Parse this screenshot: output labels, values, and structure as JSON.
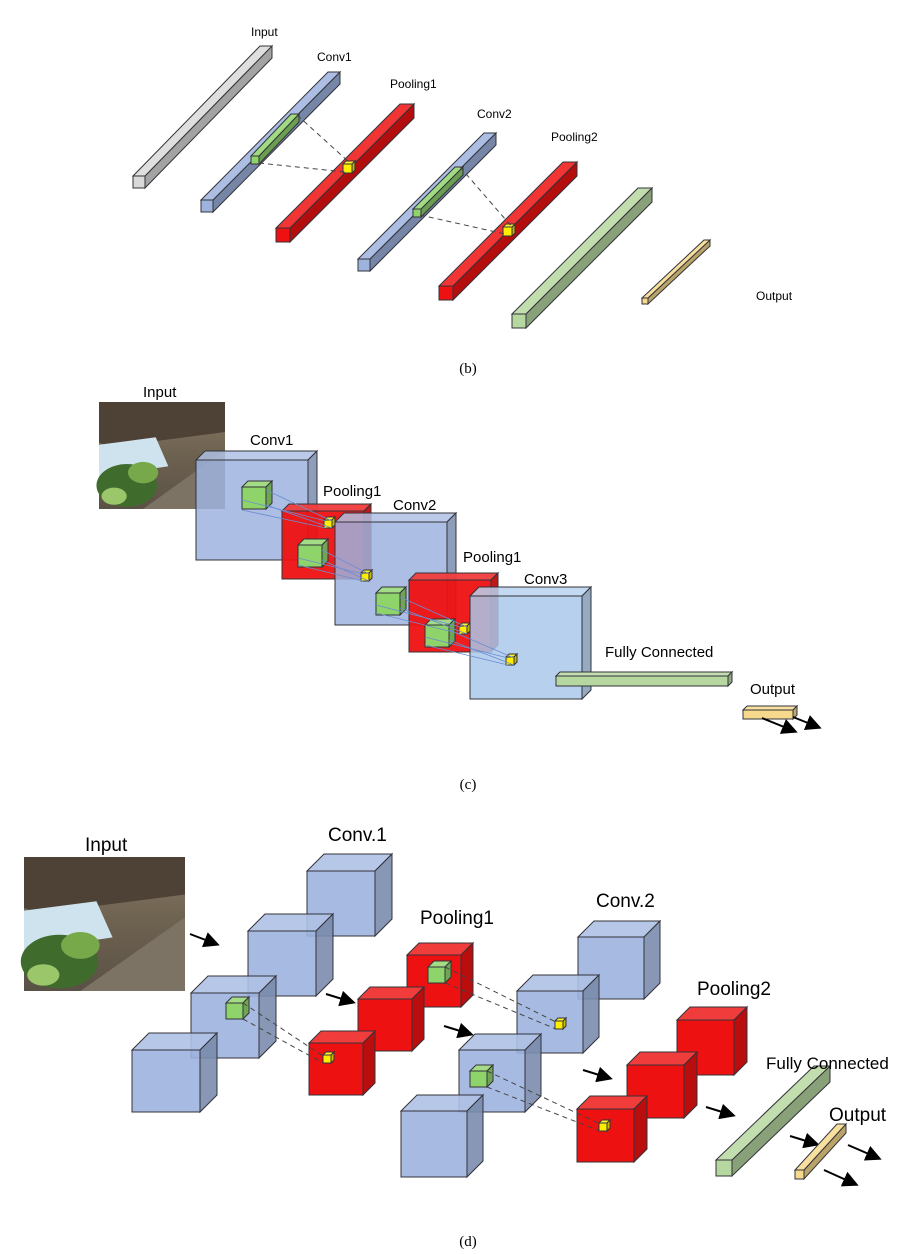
{
  "panels": [
    {
      "id": "b",
      "caption": "(b)",
      "labels": [
        "Input",
        "Conv1",
        "Pooling1",
        "Conv2",
        "Pooling2",
        "Output"
      ]
    },
    {
      "id": "c",
      "caption": "(c)",
      "labels": [
        "Input",
        "Conv1",
        "Pooling1",
        "Conv2",
        "Pooling1",
        "Conv3",
        "Fully Connected",
        "Output"
      ]
    },
    {
      "id": "d",
      "caption": "(d)",
      "labels": [
        "Input",
        "Conv.1",
        "Pooling1",
        "Conv.2",
        "Pooling2",
        "Fully Connected",
        "Output"
      ]
    }
  ],
  "colors": {
    "input_bar": "#d9d9d9",
    "conv": "#9db3de",
    "conv_light": "#a9c8ea",
    "pooling": "#ee1111",
    "kernel": "#8fd36b",
    "pool_cell": "#ffee00",
    "fully_connected": "#b7d7a0",
    "output": "#f6d98c"
  },
  "icons": [
    "photo-input-image",
    "arrow-icon"
  ]
}
